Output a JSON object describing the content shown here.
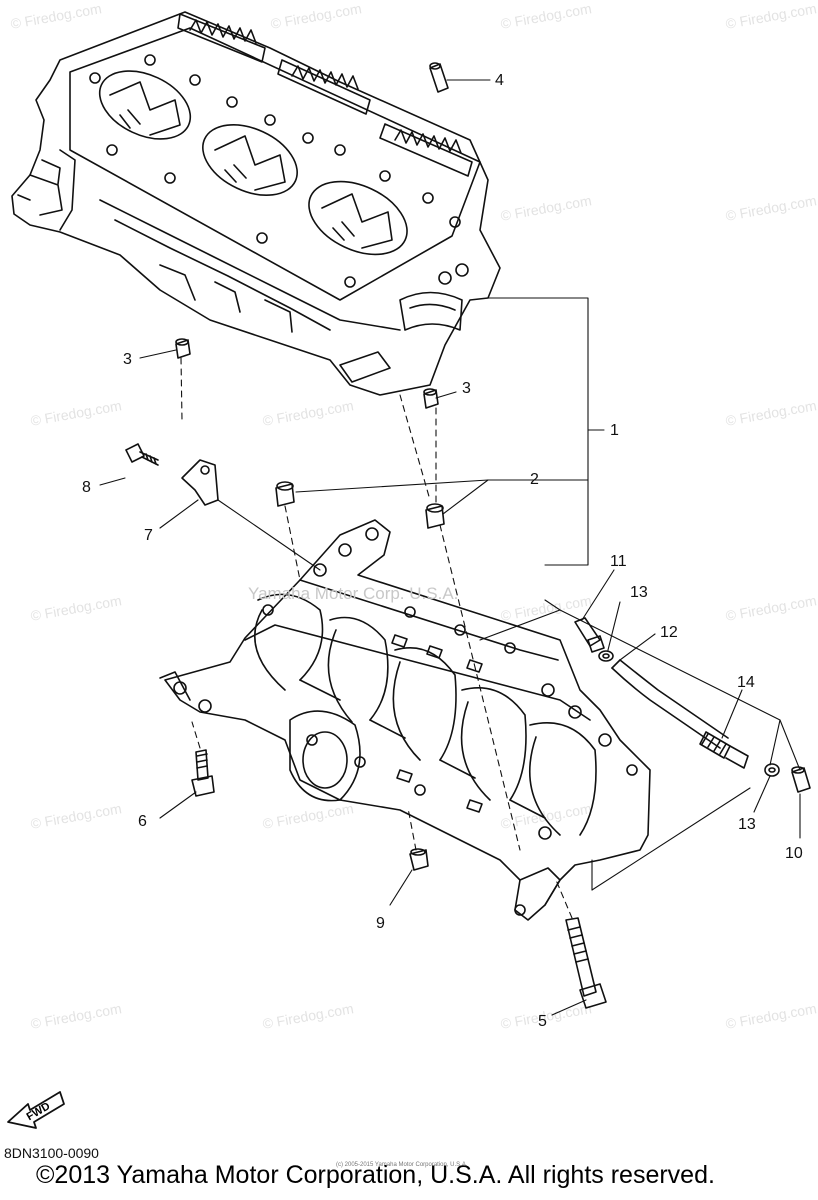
{
  "watermark": "© Firedog.com",
  "inline_watermark": "Yamaha Motor Corp. U.S.A.",
  "callouts": {
    "c1": "1",
    "c2": "2",
    "c3a": "3",
    "c3b": "3",
    "c4": "4",
    "c5": "5",
    "c6": "6",
    "c7": "7",
    "c8": "8",
    "c9": "9",
    "c10": "10",
    "c11": "11",
    "c12": "12",
    "c13a": "13",
    "c13b": "13",
    "c14": "14"
  },
  "fwd_label": "FWD",
  "diagram_code": "8DN3100-0090",
  "tiny_notice": "(c) 2005-2015 Yamaha Motor Corporation, U.S.A.",
  "copyright": "©2013 Yamaha Motor Corporation, U.S.A. All rights reserved."
}
